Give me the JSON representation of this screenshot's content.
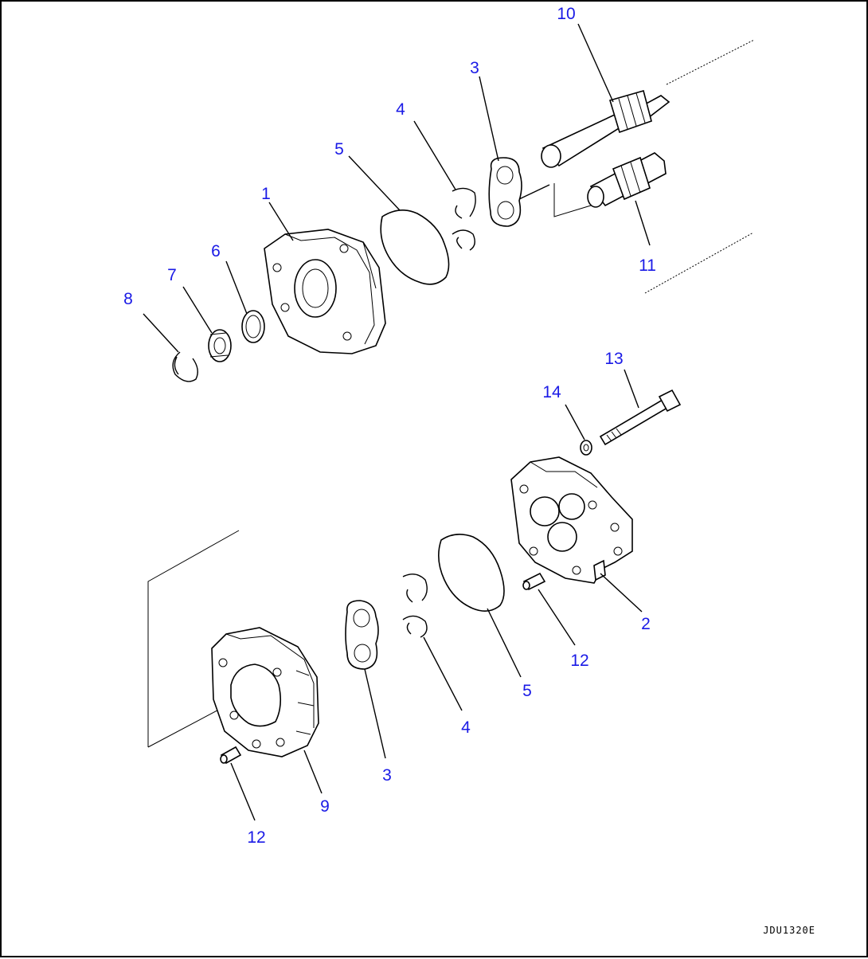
{
  "callouts": {
    "c1": "1",
    "c2": "2",
    "c3a": "3",
    "c3b": "3",
    "c4a": "4",
    "c4b": "4",
    "c5a": "5",
    "c5b": "5",
    "c6": "6",
    "c7": "7",
    "c8": "8",
    "c9": "9",
    "c10": "10",
    "c11": "11",
    "c12a": "12",
    "c12b": "12",
    "c13": "13",
    "c14": "14"
  },
  "drawing_code": "JDU1320E",
  "colors": {
    "callout": "#1a1ae6",
    "line": "#000000"
  }
}
